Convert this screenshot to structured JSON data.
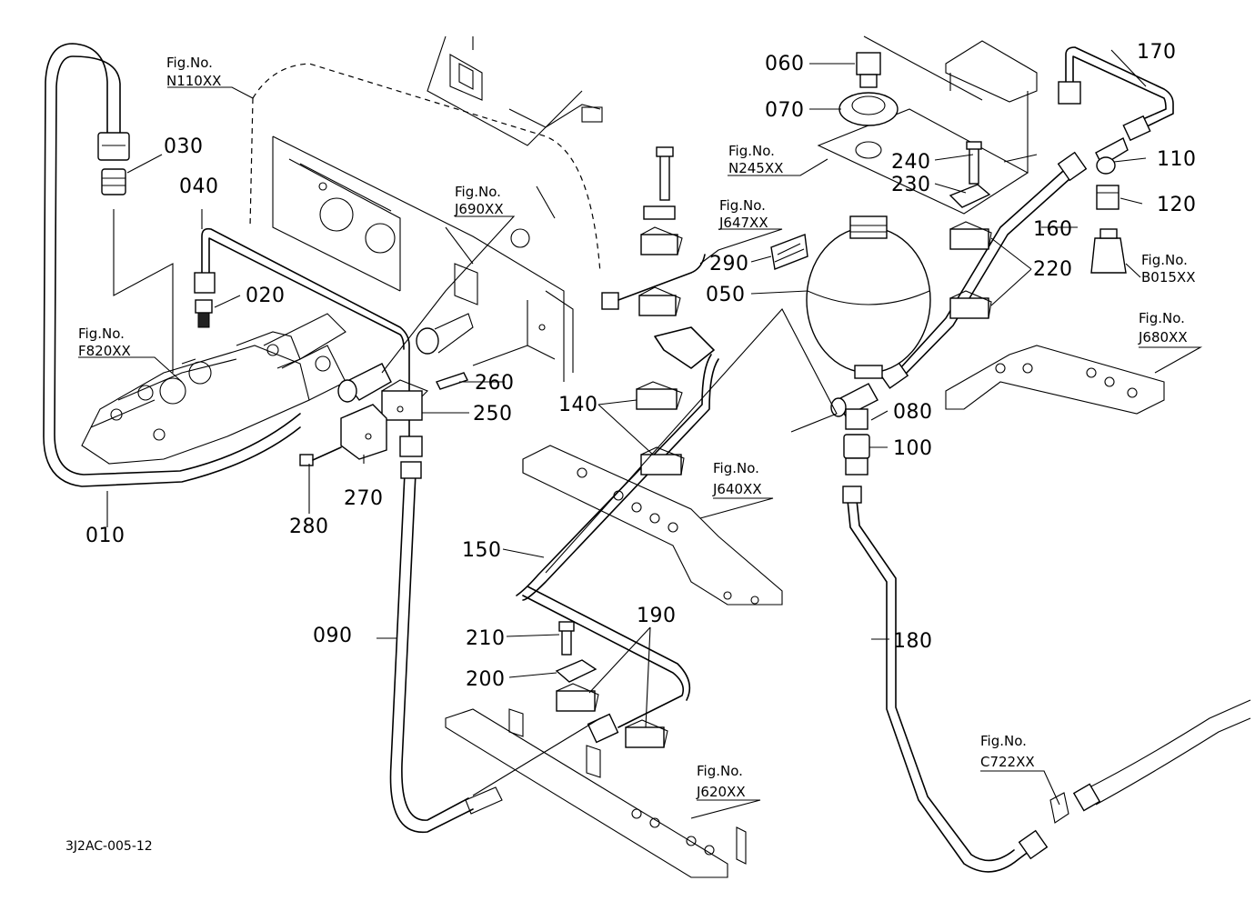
{
  "figref_prefix": "Fig.No.",
  "figrefs": [
    {
      "id": "N110",
      "code": "N110XX"
    },
    {
      "id": "F820",
      "code": "F820XX"
    },
    {
      "id": "J690",
      "code": "J690XX"
    },
    {
      "id": "J647",
      "code": "J647XX"
    },
    {
      "id": "N245",
      "code": "N245XX"
    },
    {
      "id": "B015",
      "code": "B015XX"
    },
    {
      "id": "J680",
      "code": "J680XX"
    },
    {
      "id": "J640",
      "code": "J640XX"
    },
    {
      "id": "J620",
      "code": "J620XX"
    },
    {
      "id": "C722",
      "code": "C722XX"
    }
  ],
  "parts": [
    "010",
    "020",
    "030",
    "040",
    "050",
    "060",
    "070",
    "080",
    "090",
    "100",
    "110",
    "120",
    "140",
    "150",
    "160",
    "170",
    "180",
    "190",
    "200",
    "210",
    "220",
    "230",
    "240",
    "250",
    "260",
    "270",
    "280",
    "290"
  ],
  "drawing_code": "3J2AC-005-12"
}
